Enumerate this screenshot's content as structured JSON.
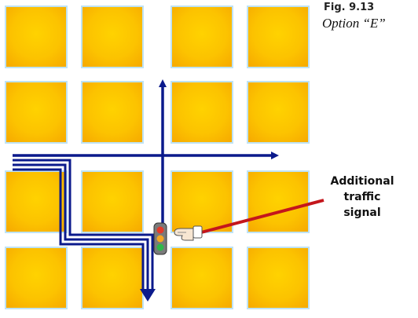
{
  "figure": {
    "number": "Fig. 9.13",
    "title": "Option “E”"
  },
  "callout": {
    "lines": [
      "Additional",
      "traffic",
      "signal"
    ]
  },
  "colors": {
    "block": "#fcc300",
    "route": "#0b1a8c",
    "pointer_line": "#c4161c",
    "signal_red": "#e53a2a",
    "signal_amber": "#f5a623",
    "signal_green": "#2fb84a"
  },
  "icons": [
    "pointing-hand-icon",
    "traffic-light-icon"
  ]
}
